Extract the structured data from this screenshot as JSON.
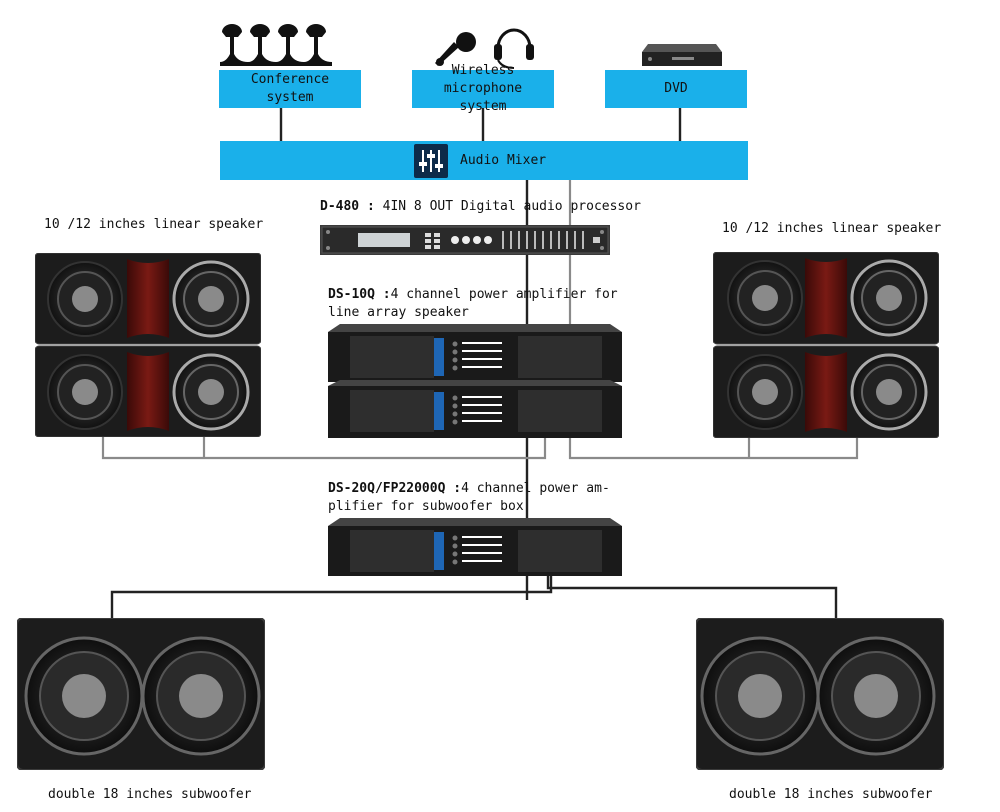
{
  "sources": {
    "conference": "Conference\nsystem",
    "wireless": "Wireless microphone\nsystem",
    "dvd": "DVD"
  },
  "mixer": {
    "label": "Audio Mixer"
  },
  "processor": {
    "model": "D-480",
    "sep": " : ",
    "desc": "4IN 8 OUT Digital audio processor"
  },
  "amp_line": {
    "model": "DS-10Q",
    "sep": " :",
    "desc_line1": "4 channel power amplifier for",
    "desc_line2": "line array speaker"
  },
  "amp_sub": {
    "model": "DS-20Q/FP22000Q",
    "sep": " :",
    "desc_line1": "4 channel power am-",
    "desc_line2": "plifier for subwoofer box"
  },
  "speakers": {
    "left_label": "10 /12 inches linear speaker",
    "right_label": "10 /12 inches linear speaker"
  },
  "subwoofers": {
    "left_label": "double 18 inches subwoofer",
    "right_label": "double 18 inches subwoofer"
  },
  "colors": {
    "box": "#1ab0ea",
    "speaker_body": "#1c1c1c",
    "horn": "#6b1410",
    "amp_accent": "#1e66b5"
  },
  "icons": [
    "conference-microphones-icon",
    "handheld-microphone-icon",
    "headset-icon",
    "dvd-player-icon",
    "mixer-icon"
  ]
}
